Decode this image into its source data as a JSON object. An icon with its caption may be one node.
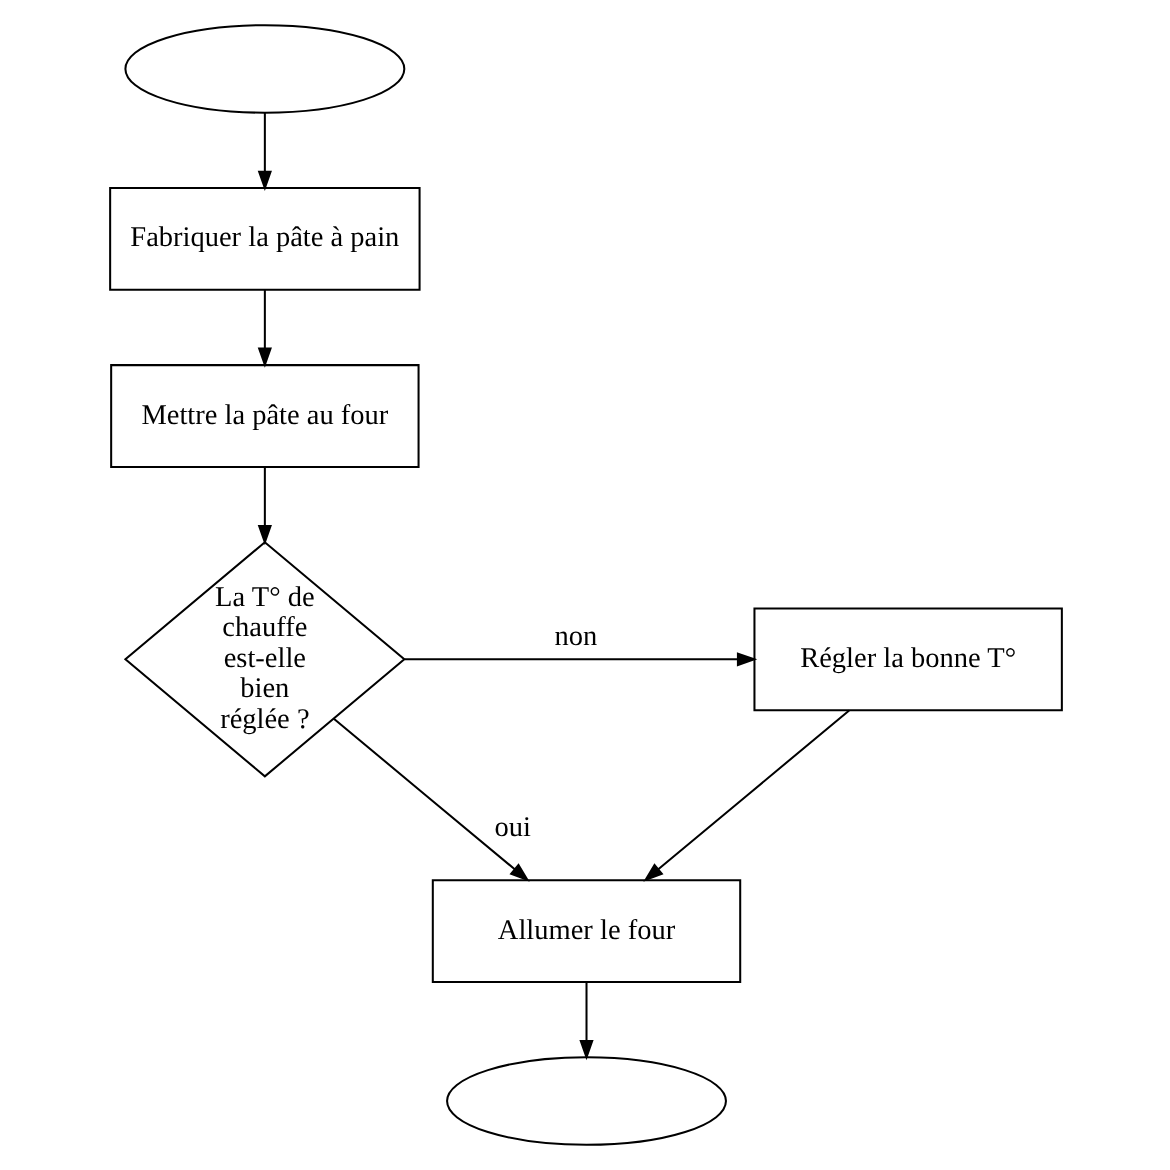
{
  "diagram": {
    "nodes": [
      {
        "text": [],
        "shape": "ellipse"
      },
      {
        "text": [
          "Fabriquer la pâte à pain"
        ]
      },
      {
        "text": [
          "Mettre la pâte au four"
        ]
      },
      {
        "text": [
          "La T° de chauffe est-elle bien réglée ?"
        ]
      },
      {
        "text": [
          "Régler la bonne T°"
        ]
      },
      {
        "text": [
          "Allumer le four"
        ]
      },
      {
        "text": [],
        "shape": "ellipse"
      }
    ],
    "edges": [
      {
        "from": 0,
        "to": 1,
        "arrow": "to"
      },
      {
        "from": 1,
        "to": 2,
        "arrow": "to"
      },
      {
        "from": 2,
        "to": 3,
        "arrow": "to"
      },
      {
        "from": 3,
        "to": 4,
        "arrow": "to",
        "label": "non"
      },
      {
        "from": 3,
        "to": 5,
        "arrow": "to",
        "label": "oui"
      },
      {
        "from": 4,
        "to": 5,
        "arrow": "to"
      },
      {
        "from": 5,
        "to": 6,
        "arrow": "to"
      }
    ]
  }
}
